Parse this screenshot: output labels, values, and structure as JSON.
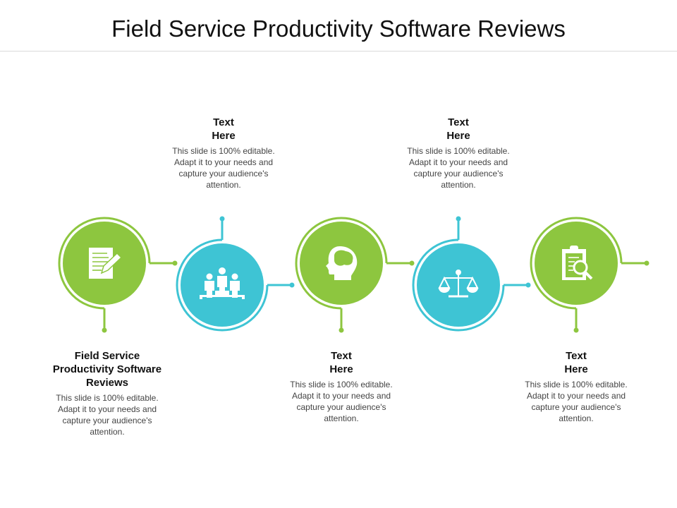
{
  "title": "Field Service Productivity Software Reviews",
  "colors": {
    "green": "#8dc63f",
    "blue": "#3ec4d4"
  },
  "steps": [
    {
      "heading": "Field Service Productivity Software Reviews",
      "body": "This slide is 100% editable. Adapt it to your needs and capture your audience's attention.",
      "icon": "document-pen-icon",
      "color": "green"
    },
    {
      "heading": "Text Here",
      "body": "This slide is 100% editable. Adapt it to your needs and capture your audience's attention.",
      "icon": "podium-people-icon",
      "color": "blue"
    },
    {
      "heading": "Text Here",
      "body": "This slide is 100% editable. Adapt it to your needs and capture your audience's attention.",
      "icon": "brain-head-icon",
      "color": "green"
    },
    {
      "heading": "Text Here",
      "body": "This slide is 100% editable. Adapt it to your needs and capture your audience's attention.",
      "icon": "scales-icon",
      "color": "blue"
    },
    {
      "heading": "Text Here",
      "body": "This slide is 100% editable. Adapt it to your needs and capture your audience's attention.",
      "icon": "clipboard-search-icon",
      "color": "green"
    }
  ]
}
